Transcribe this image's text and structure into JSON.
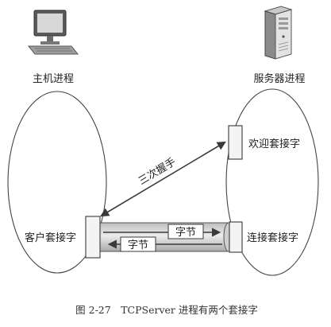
{
  "labels": {
    "host_process": "主机进程",
    "server_process": "服务器进程",
    "welcome_socket": "欢迎套接字",
    "client_socket": "客户套接字",
    "connection_socket": "连接套接字",
    "handshake": "三次握手",
    "bytes_right": "字节",
    "bytes_left": "字节"
  },
  "caption": "图 2-27　TCPServer 进程有两个套接字",
  "icons": {
    "client": "desktop-computer-icon",
    "server": "server-tower-icon"
  },
  "colors": {
    "line": "#3a3a3a",
    "socket_fill": "#f4f4f4",
    "pipe_fill": "#d4d4d4"
  }
}
